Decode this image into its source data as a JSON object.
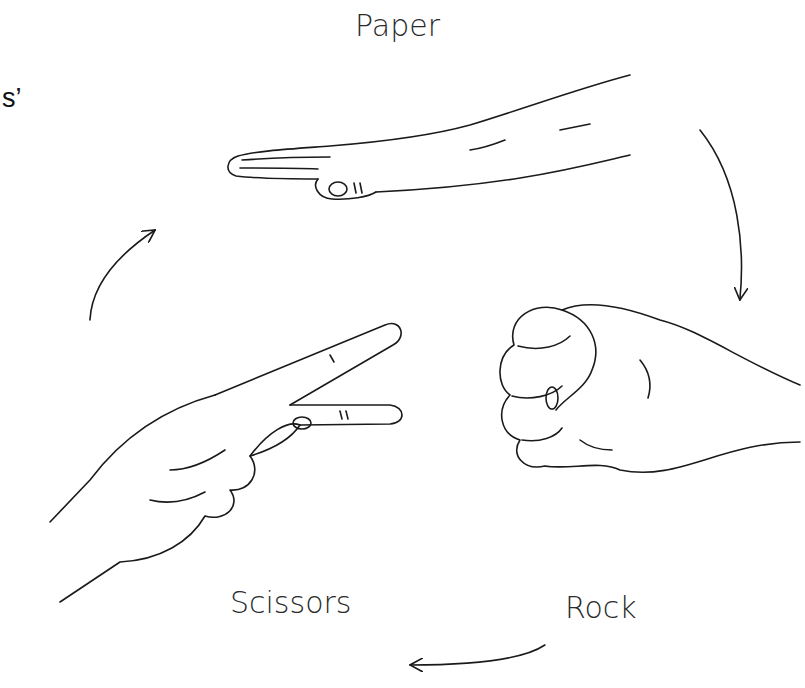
{
  "diagram": {
    "nodes": [
      {
        "text": [
          "Paper"
        ]
      },
      {
        "text": [
          "Rock"
        ]
      },
      {
        "text": [
          "Scissors"
        ]
      }
    ],
    "edges": [
      {
        "from": 0,
        "to": 1,
        "arrow": "to"
      },
      {
        "from": 1,
        "to": 2,
        "arrow": "to"
      },
      {
        "from": 2,
        "to": 0,
        "arrow": "to"
      }
    ],
    "labels": [
      "s’"
    ]
  }
}
